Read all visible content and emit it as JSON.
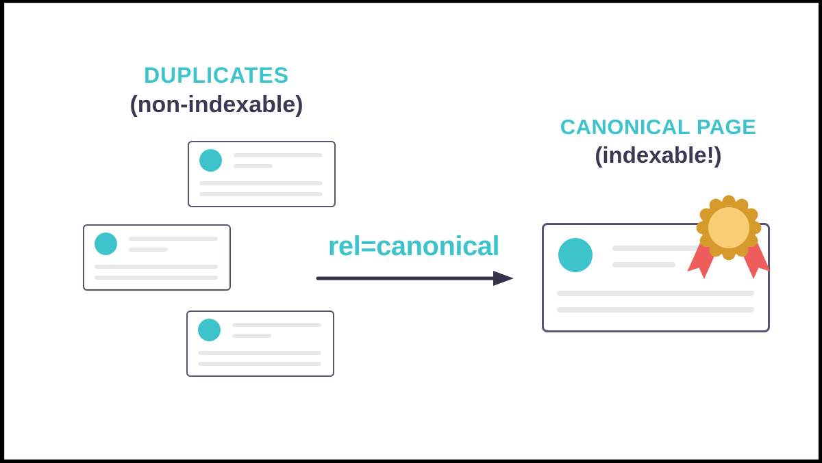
{
  "colors": {
    "teal": "#3cc3cc",
    "navy": "#3a3a55",
    "card_border": "#565670",
    "skeleton": "#e9e9ec",
    "gold": "#d6992c",
    "gold_light": "#f9cd73",
    "ribbon_red": "#ee5c5c",
    "arrow": "#33334b",
    "frame": "#000000",
    "background": "#ffffff"
  },
  "duplicates": {
    "title": "DUPLICATES",
    "subtitle": "(non-indexable)",
    "card_count": 3
  },
  "canonical": {
    "title": "CANONICAL PAGE",
    "subtitle": "(indexable!)"
  },
  "relation": {
    "label": "rel=canonical",
    "arrow_icon": "right-arrow-icon"
  },
  "icons": {
    "badge": "award-ribbon-icon",
    "avatar": "avatar-dot-icon"
  }
}
